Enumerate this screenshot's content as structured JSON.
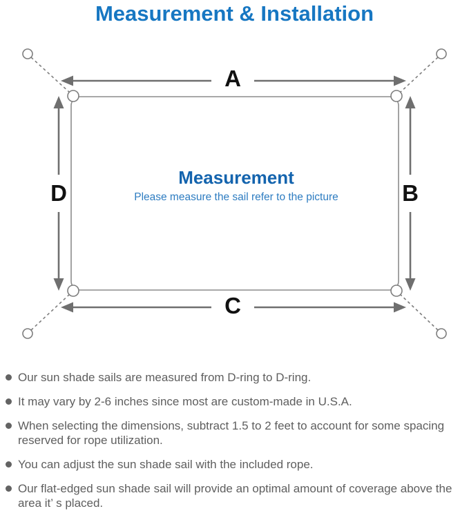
{
  "title": "Measurement & Installation",
  "diagram": {
    "labels": {
      "top": "A",
      "right": "B",
      "bottom": "C",
      "left": "D"
    },
    "center": {
      "heading": "Measurement",
      "subheading": "Please measure the sail refer to the picture"
    }
  },
  "notes": [
    "Our sun shade sails are measured from D-ring to D-ring.",
    "It may vary by 2-6 inches since most are custom-made in U.S.A.",
    "When selecting the dimensions, subtract 1.5 to 2 feet to account for some spacing reserved for rope utilization.",
    "You can adjust the sun shade sail with the included rope.",
    "Our flat-edged sun shade sail will provide an optimal amount of coverage above the area it’ s placed."
  ],
  "colors": {
    "title_blue": "#1777c2",
    "center_heading_blue": "#1464ae",
    "center_subheading_blue": "#2d7cc1",
    "outline_gray": "#8c8c8c",
    "arrow_gray": "#6f6f6f",
    "dim_label_black": "#111111",
    "note_text_gray": "#5e5e5e"
  }
}
